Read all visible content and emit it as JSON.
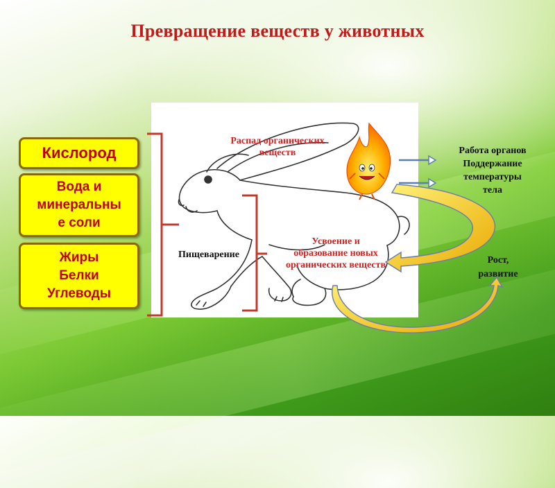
{
  "title": "Превращение  веществ у животных",
  "inputs": [
    {
      "label": "Кислород"
    },
    {
      "lines": [
        "Вода и",
        "минеральны",
        "е соли"
      ]
    },
    {
      "lines": [
        "Жиры",
        "Белки",
        "Углеводы"
      ]
    }
  ],
  "digestion_label": "Пищеварение",
  "breakdown_label": [
    "Распад органических",
    "веществ"
  ],
  "assimilation_label": [
    "Усвоение и",
    "образование новых",
    "органических веществ"
  ],
  "outputs": {
    "energy_use": [
      "Работа органов",
      "Поддержание",
      "температуры",
      "тела"
    ],
    "growth": [
      "Рост,",
      "развитие"
    ]
  },
  "colors": {
    "title": "#c21a1a",
    "box_fill": "#ffff00",
    "box_text": "#c00000",
    "bracket": "#c0392b",
    "arrow_fill": "#f5c518",
    "arrow_stroke": "#5b7fb0"
  },
  "icons": {
    "animal": "rabbit-icon",
    "flame": "flame-character-icon"
  }
}
